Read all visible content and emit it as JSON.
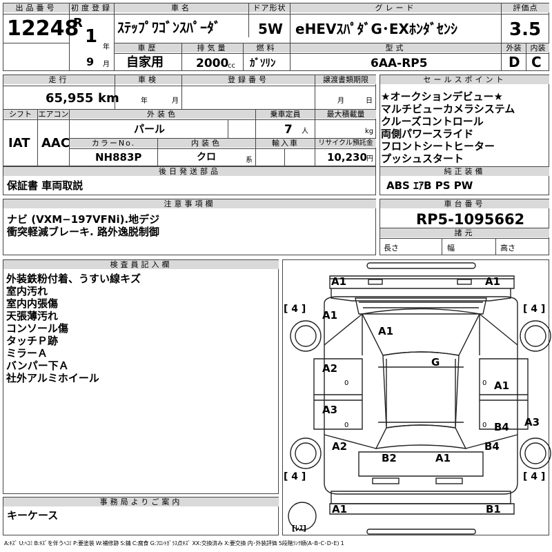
{
  "header": {
    "lot_no_label": "出品番号",
    "lot_no": "12248",
    "first_reg_label": "初度登録",
    "era": "R",
    "year": "1",
    "year_unit": "年",
    "month": "9",
    "month_unit": "月",
    "car_name_label": "車名",
    "car_name": "ｽﾃｯﾌﾟﾜｺﾞﾝｽﾊﾟｰﾀﾞ",
    "doors_label": "ドア形状",
    "doors": "5W",
    "grade_label": "グレード",
    "grade": "eHEVｽﾊﾟﾀﾞG･EXﾎﾝﾀﾞｾﾝｼ",
    "score_label": "評価点",
    "score": "3.5",
    "history_label": "車歴",
    "history": "自家用",
    "displacement_label": "排気量",
    "displacement": "2000",
    "cc_unit": "cc",
    "fuel_label": "燃料",
    "fuel": "ｶﾞｿﾘﾝ",
    "model_label": "型式",
    "model": "6AA-RP5",
    "exterior_label": "外装",
    "exterior": "D",
    "interior_label": "内装",
    "interior": "C"
  },
  "details": {
    "mileage_label": "走行",
    "mileage": "65,955",
    "km_unit": "km",
    "inspection_label": "車検",
    "inspection_year_unit": "年",
    "inspection_month_unit": "月",
    "reg_no_label": "登録番号",
    "transfer_label": "譲渡書類期限",
    "transfer_month_unit": "月",
    "transfer_day_unit": "日",
    "shift_label": "シフト",
    "shift": "IAT",
    "ac_label": "エアコン",
    "ac": "AAC",
    "color_label": "外装色",
    "color": "パール",
    "capacity_label": "乗車定員",
    "capacity": "7",
    "capacity_unit": "人",
    "load_label": "最大積載量",
    "load_unit": "kg",
    "color_no_label": "カラーNo.",
    "color_no": "NH883P",
    "int_color_label": "内装色",
    "int_color": "クロ",
    "int_color_unit": "系",
    "import_label": "輸入車",
    "recycle_label": "リサイクル預託金",
    "recycle": "10,230",
    "recycle_unit": "円",
    "later_docs_label": "後日発送部品",
    "later_docs": "保証書 車両取説"
  },
  "sales_points": {
    "label": "セールスポイント",
    "items": [
      "★オークションデビュー★",
      "マルチビューカメラシステム",
      "クルーズコントロール",
      "両側パワースライド",
      "フロントシートヒーター",
      "プッシュスタート"
    ]
  },
  "equipment": {
    "label": "純正装備",
    "value": "ABS ｴｱB PS PW"
  },
  "notes": {
    "label": "注意事項欄",
    "lines": [
      "ナビ (VXM−197VFNi).地デジ",
      "衝突軽減ブレーキ. 路外逸脱制御"
    ]
  },
  "chassis": {
    "label": "車台番号",
    "value": "RP5-1095662",
    "dims_label": "諸元",
    "length_label": "長さ",
    "width_label": "幅",
    "height_label": "高さ"
  },
  "inspector": {
    "label": "検査員記入欄",
    "lines": [
      "外装鉄粉付着、うすい線キズ",
      "室内汚れ",
      "室内内張傷",
      "天張薄汚れ",
      "コンソール傷",
      "タッチＰ跡",
      "ミラーＡ",
      "バンパー下Ａ",
      "社外アルミホイール"
    ]
  },
  "office": {
    "label": "事務局よりご案内",
    "value": "キーケース"
  },
  "damage": {
    "front_bumper_left": "A1",
    "front_bumper_right": "A1",
    "front_fender_left": "A1",
    "bonnet": "A1",
    "windshield": "G",
    "front_door_left": "A2",
    "front_door_right": "A1",
    "rear_door_left": "A3",
    "rear_door_right": "B4",
    "rear_fender_right": "A3",
    "rear_quarter_left": "A2",
    "rear_quarter_right": "B4",
    "tailgate_left": "B2",
    "tailgate_right": "A1",
    "rear_bumper_left": "A1",
    "rear_bumper_right": "B1",
    "tire_tread_fl": "[ 4 ]",
    "tire_tread_fr": "[ 4 ]",
    "tire_tread_rl": "[ 4 ]",
    "tire_tread_rr": "[ 4 ]",
    "spare_label": "[ﾚｽ]",
    "mark_fl": "0",
    "mark_fr": "0",
    "mark_rl": "0",
    "mark_rr": "0"
  },
  "legend": "A:ｷｽﾞ U:ﾍｺﾐ B:ｷｽﾞを伴うﾍｺﾐ P:要塗装 W:補修跡 S:錆 C:腐食 G:ﾌﾛﾝﾄｶﾞﾗｽ点ｷｽﾞ XX:交換済み X:要交換 内･外装評価 5段階ﾗﾝｸ順(A･B･C･D･E) 1"
}
